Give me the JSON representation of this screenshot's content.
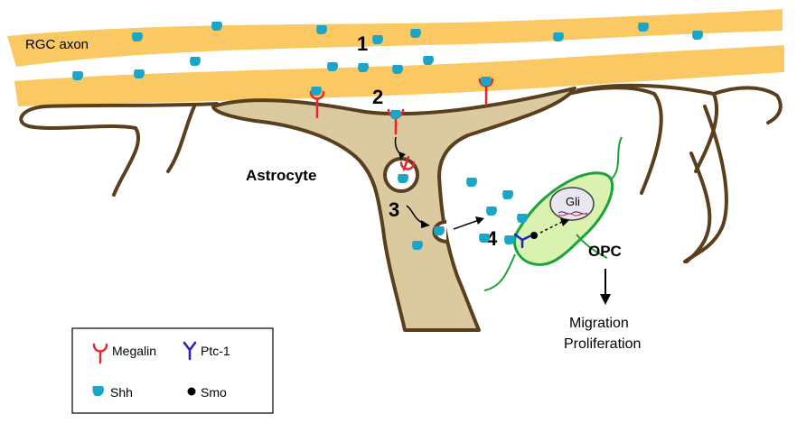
{
  "labels": {
    "axon": "RGC axon",
    "astrocyte": "Astrocyte",
    "opc": "OPC",
    "gli": "Gli",
    "migration": "Migration",
    "proliferation": "Proliferation"
  },
  "steps": [
    "1",
    "2",
    "3",
    "4"
  ],
  "legend": {
    "megalin": "Megalin",
    "ptc1": "Ptc-1",
    "shh": "Shh",
    "smo": "Smo"
  },
  "colors": {
    "axon": "#fbc964",
    "astrocyte": "#dbc9a0",
    "outline": "#5a3f1e",
    "opc": "#d9f2b0",
    "opc_outline": "#1aa33a",
    "shh": "#1ba6c9",
    "megalin": "#e8262a",
    "ptc1": "#2222bb",
    "smo": "#000000",
    "nucleus": "#e8e6ee"
  }
}
